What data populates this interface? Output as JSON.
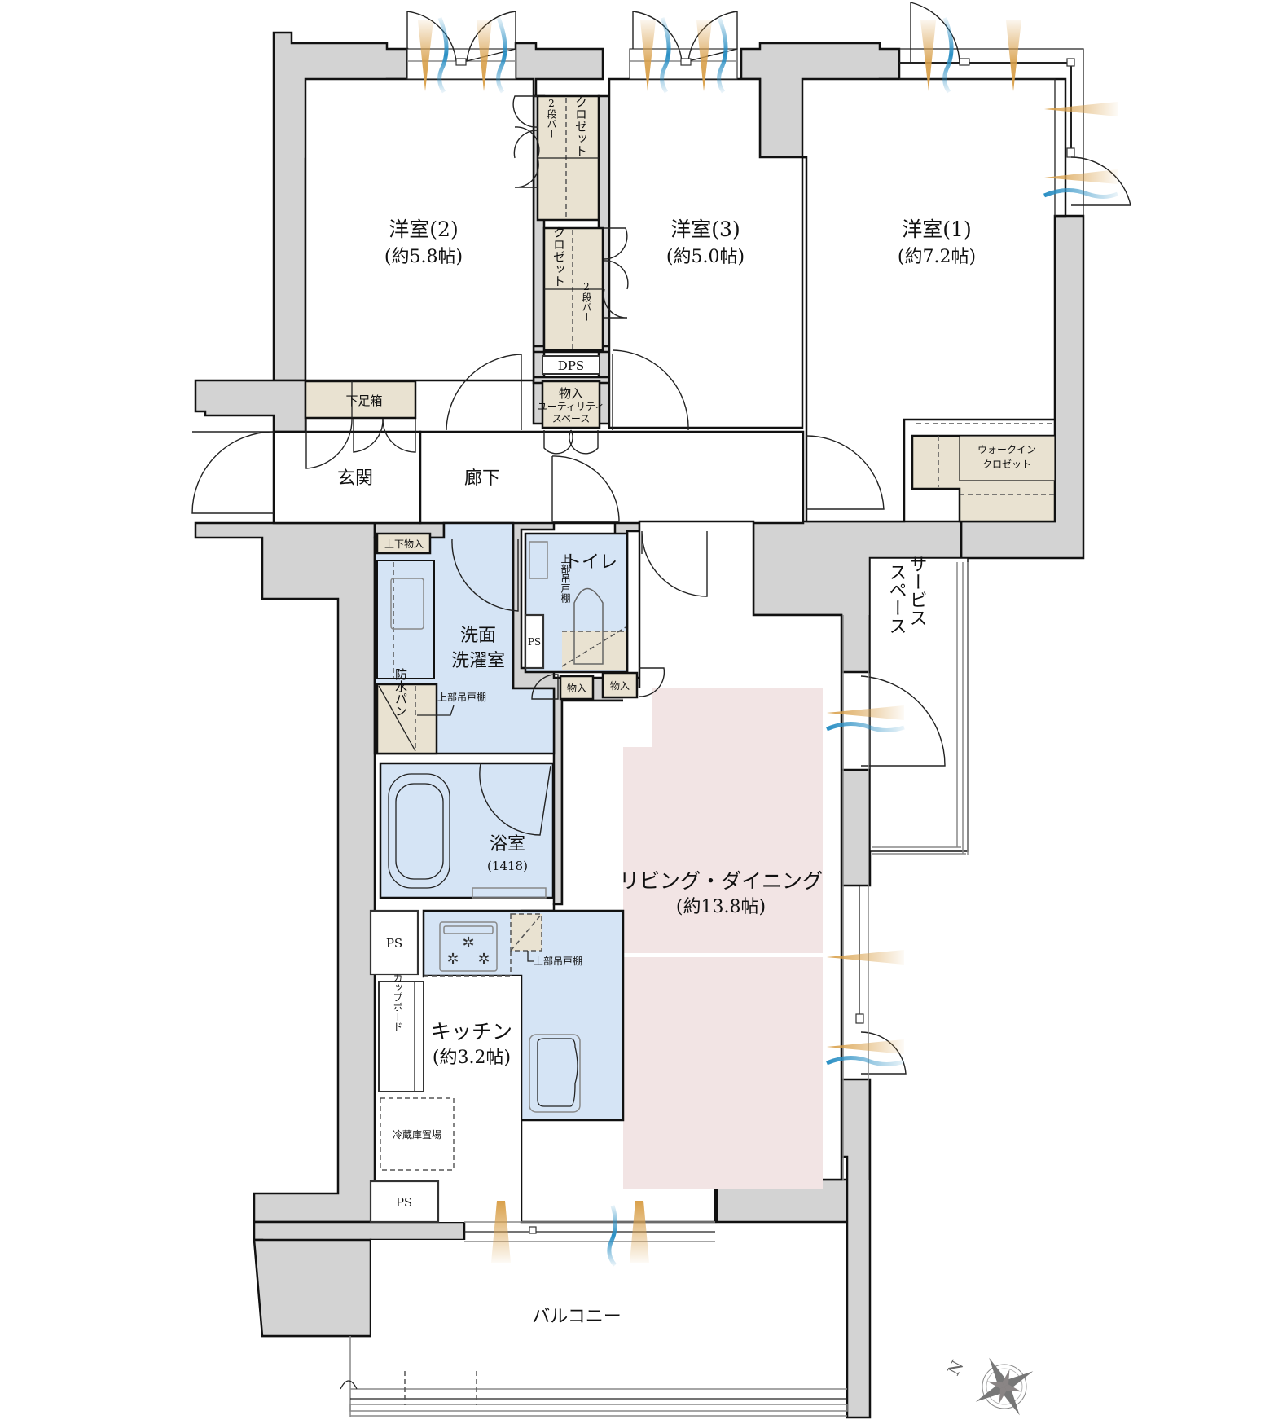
{
  "plan": {
    "rooms": {
      "western_room_2": {
        "name": "洋室(2)",
        "size": "(約5.8帖)"
      },
      "western_room_3": {
        "name": "洋室(3)",
        "size": "(約5.0帖)"
      },
      "western_room_1": {
        "name": "洋室(1)",
        "size": "(約7.2帖)"
      },
      "entrance": {
        "name": "玄関"
      },
      "hallway": {
        "name": "廊下"
      },
      "toilet": {
        "name": "トイレ"
      },
      "washroom": {
        "line1": "洗面",
        "line2": "洗濯室"
      },
      "bathroom": {
        "name": "浴室",
        "size": "(1418)"
      },
      "living_dining": {
        "name": "リビング・ダイニング",
        "size": "(約13.8帖)"
      },
      "kitchen": {
        "name": "キッチン",
        "size": "(約3.2帖)"
      },
      "balcony": {
        "name": "バルコニー"
      },
      "service_space": {
        "line1": "サービス",
        "line2": "スペース"
      }
    },
    "storage": {
      "closet_2": {
        "label": "クロゼット",
        "bar": "2段バー"
      },
      "closet_3": {
        "label": "クロゼット",
        "bar": "2段バー"
      },
      "dps": "DPS",
      "utility": {
        "line1": "物入",
        "line2": "ユーティリティ",
        "line3": "スペース"
      },
      "shoe_box": "下足箱",
      "walk_in": {
        "line1": "ウォークイン",
        "line2": "クロゼット"
      },
      "upper_lower_storage": "上下物入",
      "waterproof_pan": "防水パン",
      "upper_cabinet_wash": "上部吊戸棚",
      "upper_cabinet_toilet": "上部吊戸棚",
      "upper_cabinet_kitchen": "上部吊戸棚",
      "storage_a": "物入",
      "storage_b": "物入",
      "ps_toilet": "PS",
      "ps_kitchen": "PS",
      "ps_bottom": "PS",
      "cupboard": "カップボード",
      "fridge": "冷蔵庫置場"
    },
    "compass": {
      "label": "N"
    },
    "colors": {
      "wall": "#d3d3d3",
      "wet_area": "#d5e4f5",
      "storage": "#e9e2d1",
      "living_dining": "#f2e4e4",
      "light_arrow": "#d9a04a",
      "wind_arrow": "#2a8fc4"
    }
  }
}
